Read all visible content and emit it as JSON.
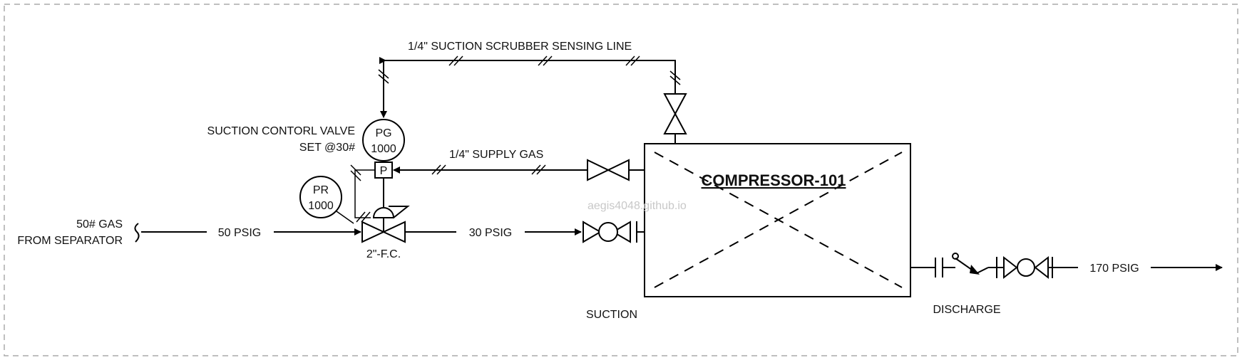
{
  "labels": {
    "sensing_line": "1/4\"  SUCTION SCRUBBER SENSING LINE",
    "control_valve_line1": "SUCTION CONTORL VALVE",
    "control_valve_line2": "SET @30#",
    "supply_gas": "1/4\" SUPPLY GAS",
    "inlet_line1": "50# GAS",
    "inlet_line2": "FROM SEPARATOR",
    "inlet_pressure": "50 PSIG",
    "valve_size": "2\"-F.C.",
    "suction_pressure": "30 PSIG",
    "suction": "SUCTION",
    "discharge": "DISCHARGE",
    "discharge_pressure": "170 PSIG",
    "watermark": "aegis4048.github.io"
  },
  "instruments": {
    "pg_letters": "PG",
    "pg_number": "1000",
    "pr_letters": "PR",
    "pr_number": "1000",
    "positioner": "P"
  },
  "compressor": {
    "title": "COMPRESSOR-101"
  }
}
